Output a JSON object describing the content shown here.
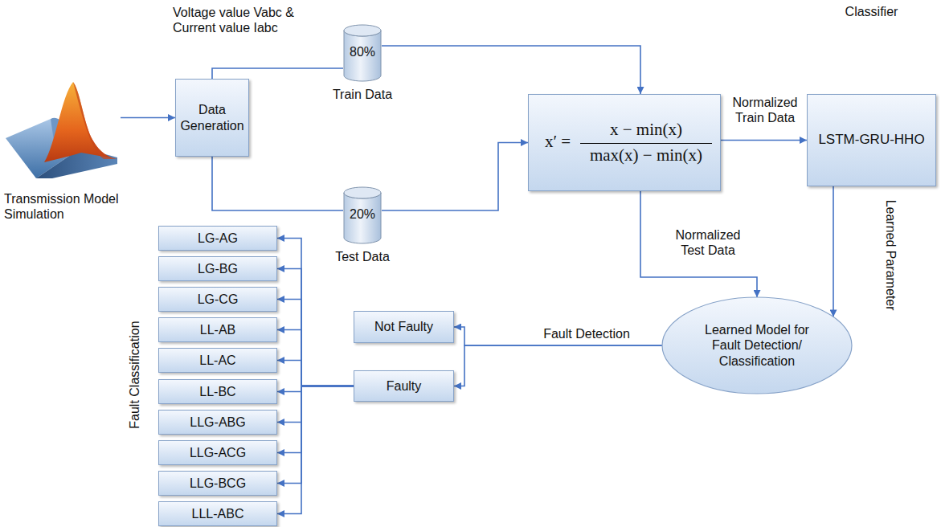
{
  "diagram": {
    "nodes": [
      {
        "text": [
          "Transmission Model Simulation"
        ]
      },
      {
        "text": [
          "Data Generation"
        ]
      },
      {
        "text": [
          "80%",
          "Train Data"
        ]
      },
      {
        "text": [
          "20%",
          "Test Data"
        ]
      },
      {
        "text": [
          "x′ =",
          "x − min(x)",
          "max(x) − min(x)"
        ]
      },
      {
        "text": [
          "Classifier",
          "LSTM-GRU-HHO"
        ]
      },
      {
        "text": [
          "Learned Model for Fault Detection/ Classification"
        ]
      },
      {
        "text": [
          "Not Faulty"
        ]
      },
      {
        "text": [
          "Faulty"
        ]
      },
      {
        "text": [
          "LG-AG"
        ]
      },
      {
        "text": [
          "LG-BG"
        ]
      },
      {
        "text": [
          "LG-CG"
        ]
      },
      {
        "text": [
          "LL-AB"
        ]
      },
      {
        "text": [
          "LL-AC"
        ]
      },
      {
        "text": [
          "LL-BC"
        ]
      },
      {
        "text": [
          "LLG-ABG"
        ]
      },
      {
        "text": [
          "LLG-ACG"
        ]
      },
      {
        "text": [
          "LLG-BCG"
        ]
      },
      {
        "text": [
          "LLL-ABC"
        ]
      }
    ],
    "edges": [
      {
        "from": 0,
        "to": 1,
        "arrow": "to"
      },
      {
        "from": 1,
        "to": 2,
        "arrow": "none"
      },
      {
        "from": 1,
        "to": 3,
        "arrow": "none"
      },
      {
        "from": 2,
        "to": 4,
        "arrow": "to"
      },
      {
        "from": 3,
        "to": 4,
        "arrow": "to"
      },
      {
        "from": 4,
        "to": 5,
        "label": "Normalized Train Data",
        "arrow": "to"
      },
      {
        "from": 4,
        "to": 6,
        "label": "Normalized Test Data",
        "arrow": "to"
      },
      {
        "from": 5,
        "to": 6,
        "label": "Learned Parameter",
        "arrow": "to"
      },
      {
        "from": 6,
        "to": 7,
        "label": "Fault Detection",
        "arrow": "to"
      },
      {
        "from": 6,
        "to": 8,
        "arrow": "to"
      },
      {
        "from": 8,
        "to": 9,
        "arrow": "to"
      },
      {
        "from": 8,
        "to": 10,
        "arrow": "to"
      },
      {
        "from": 8,
        "to": 11,
        "arrow": "to"
      },
      {
        "from": 8,
        "to": 12,
        "arrow": "to"
      },
      {
        "from": 8,
        "to": 13,
        "arrow": "to"
      },
      {
        "from": 8,
        "to": 14,
        "arrow": "to"
      },
      {
        "from": 8,
        "to": 15,
        "arrow": "to"
      },
      {
        "from": 8,
        "to": 16,
        "arrow": "to"
      },
      {
        "from": 8,
        "to": 17,
        "arrow": "to"
      },
      {
        "from": 8,
        "to": 18,
        "arrow": "to"
      }
    ],
    "labels": [
      "Voltage value Vabc & Current value Iabc",
      "Fault Classification"
    ]
  }
}
